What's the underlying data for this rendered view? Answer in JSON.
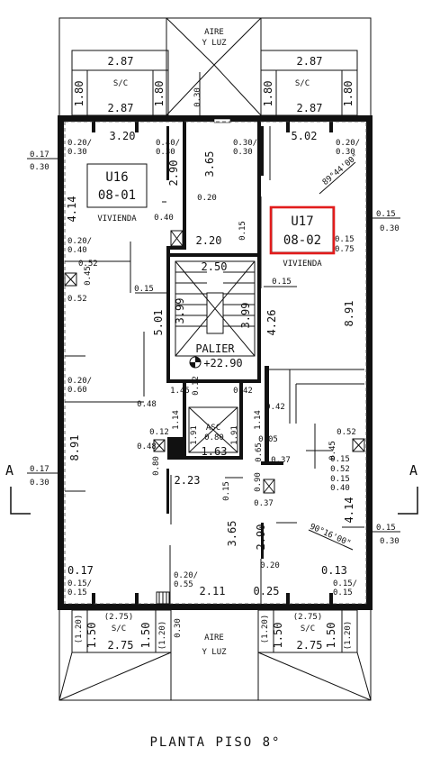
{
  "title": "PLANTA PISO 8°",
  "units": {
    "left": {
      "code": "U16",
      "number": "08-01",
      "label": "VIVIENDA"
    },
    "right": {
      "code": "U17",
      "number": "08-02",
      "label": "VIVIENDA"
    }
  },
  "patio_label": {
    "line1": "AIRE",
    "line2": "Y LUZ"
  },
  "landing": {
    "label": "PALIER",
    "level": "+22.90"
  },
  "elevator": "ASC",
  "section_mark": "A",
  "dims": {
    "top_left_box": "2.87",
    "top_left_sc": "S/C",
    "top_left_side_a": "1.80",
    "top_left_side_b": "1.80",
    "top_left_bottom": "2.87",
    "top_right_box": "2.87",
    "top_right_sc": "S/C",
    "top_right_side_a": "1.80",
    "top_right_side_b": "1.80",
    "top_right_bottom": "2.87",
    "d_030_top": "0.30",
    "d_320": "3.20",
    "d_502": "5.02",
    "d_020_030_a": "0.20/",
    "d_020_030_a2": "0.30",
    "d_040_030": "0.40/",
    "d_040_030_b": "0.30",
    "d_030_030": "0.30/",
    "d_030_030_b": "0.30",
    "d_020_030_r": "0.20/",
    "d_020_030_r2": "0.30",
    "d_365_top": "3.65",
    "d_290_top": "2.90",
    "d_414_left": "4.14",
    "d_020_mid": "0.20",
    "d_040_mid": "0.40",
    "angle_top": "89°44'00\"",
    "d_015_r1": "0.15",
    "d_030_r1": "0.30",
    "d_015_r2": "0.15",
    "d_075": "0.75",
    "d_015_c": "0.15",
    "d_017_l1": "0.17",
    "d_030_l1": "0.30",
    "d_020_040": "0.20/",
    "d_020_040_b": "0.40",
    "d_052_l": "0.52",
    "d_045_l": "0.45",
    "d_052_l2": "0.52",
    "d_220": "2.20",
    "d_250": "2.50",
    "d_015_s": "0.15",
    "d_015_s2": "0.15",
    "d_399_a": "3.99",
    "d_399_b": "3.99",
    "d_501": "5.01",
    "d_426": "4.26",
    "d_891_r": "8.91",
    "d_020_060": "0.20/",
    "d_020_060_b": "0.60",
    "d_145": "1.45",
    "d_012_a": "0.12",
    "d_042": "0.42",
    "d_048_a": "0.48",
    "d_042_b": "0.42",
    "d_114_a": "1.14",
    "d_114_b": "1.14",
    "d_012_b": "0.12",
    "d_191_a": "1.91",
    "d_191_b": "1.91",
    "d_080_asc": "0.80",
    "d_048_b": "0.48",
    "d_163": "1.63",
    "d_005": "0.05",
    "d_065": "0.65",
    "d_037_a": "0.37",
    "d_052_r": "0.52",
    "d_045_r": "0.45",
    "d_015_r3": "0.15",
    "d_052_r2": "0.52",
    "d_015_r4": "0.15",
    "d_040_r": "0.40",
    "d_017_l2": "0.17",
    "d_030_l2": "0.30",
    "d_891_l": "8.91",
    "d_080_l": "0.80",
    "d_223": "2.23",
    "d_015_m": "0.15",
    "d_090": "0.90",
    "d_037_b": "0.37",
    "d_414_r": "4.14",
    "d_015_r5": "0.15",
    "d_030_r5": "0.30",
    "angle_bottom": "90°16'00\"",
    "d_365_b": "3.65",
    "d_290_b": "2.90",
    "d_020_b": "0.20",
    "d_017_b": "0.17",
    "d_015_b1": "0.15/",
    "d_015_b1b": "0.15",
    "d_020_055": "0.20/",
    "d_020_055_b": "0.55",
    "d_013": "0.13",
    "d_015_b2": "0.15/",
    "d_015_b2b": "0.15",
    "d_211": "2.11",
    "d_025": "0.25",
    "bl_275p": "(2.75)",
    "bl_sc": "S/C",
    "bl_120a": "(1.20)",
    "bl_150": "1.50",
    "bl_275": "2.75",
    "bl_150b": "1.50",
    "bl_120b": "(1.20)",
    "br_275p": "(2.75)",
    "br_sc": "S/C",
    "br_120a": "(1.20)",
    "br_150": "1.50",
    "br_275": "2.75",
    "br_150b": "1.50",
    "br_120b": "(1.20)",
    "d_030_bottom": "0.30"
  }
}
